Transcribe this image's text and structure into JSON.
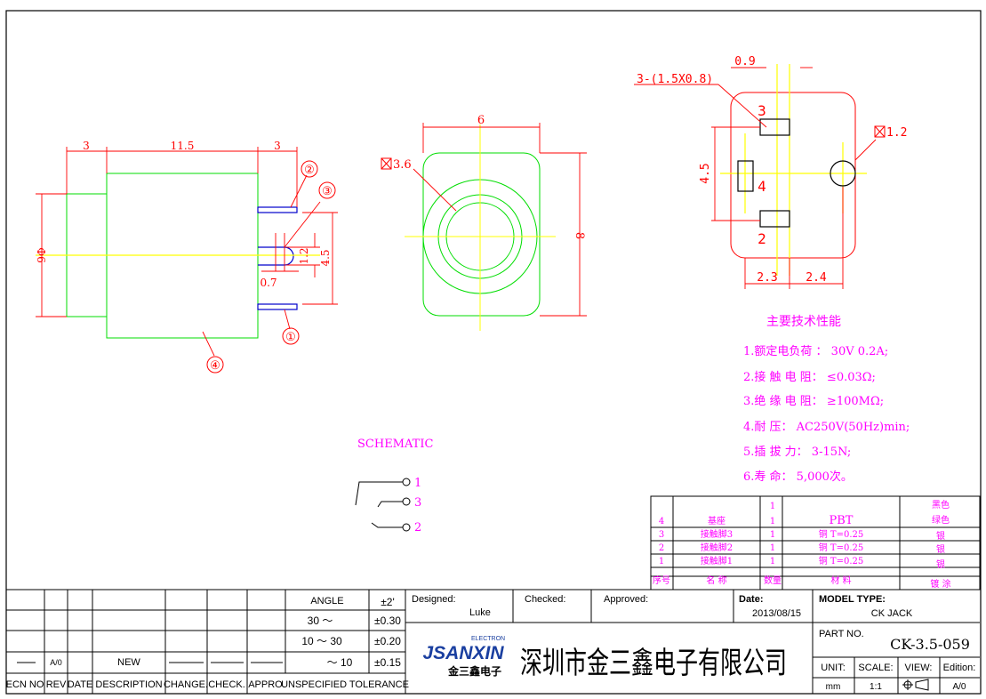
{
  "colors": {
    "dim_red": "#ff0000",
    "outline_green": "#00dd00",
    "center_yellow": "#ffff00",
    "text_magenta": "#ff00ff",
    "pins": "#0000cc"
  },
  "side_view": {
    "dim_left": "3",
    "dim_mid": "11.5",
    "dim_right": "3",
    "dim_dia": "Φ6",
    "dim_07": "0.7",
    "dim_12": "1.2",
    "dim_45": "4.5",
    "callouts": [
      "②",
      "③",
      "①",
      "④"
    ]
  },
  "front_view": {
    "dim_width": "6",
    "dim_height": "8",
    "dim_hole": "3.6"
  },
  "pin_view": {
    "dim_top": "0.9",
    "pins_note": "3-(1.5X0.8)",
    "dim_hole": "1.2",
    "dim_45": "4.5",
    "dim_23": "2.3",
    "dim_24": "2.4",
    "pin_labels": [
      "3",
      "4",
      "2"
    ]
  },
  "specs": {
    "title": "主要技术性能",
    "items": [
      "1.额定电负荷 ： 30V 0.2A;",
      "2.接 触 电 阻： ≤0.03Ω;",
      "3.绝 缘 电 阻： ≥100MΩ;",
      "4.耐      压： AC250V(50Hz)min;",
      "5.插  拔  力： 3-15N;",
      "6.寿      命： 5,000次。"
    ]
  },
  "schematic": {
    "title": "SCHEMATIC",
    "pins": [
      "1",
      "3",
      "2"
    ]
  },
  "bom": {
    "rows": [
      {
        "no": "",
        "name": "",
        "qty": "1",
        "material": "",
        "plating": "黑色"
      },
      {
        "no": "4",
        "name": "基座",
        "qty": "1",
        "material": "PBT",
        "plating": "绿色"
      },
      {
        "no": "3",
        "name": "接触脚3",
        "qty": "1",
        "material": "铜  T=0.25",
        "plating": "银"
      },
      {
        "no": "2",
        "name": "接触脚2",
        "qty": "1",
        "material": "铜  T=0.25",
        "plating": "银"
      },
      {
        "no": "1",
        "name": "接触脚1",
        "qty": "1",
        "material": "铜  T=0.25",
        "plating": "银"
      }
    ],
    "header": {
      "no": "序号",
      "name": "名  称",
      "qty": "数量",
      "material": "材  料",
      "plating": "镀  涂"
    }
  },
  "revision": {
    "row_no": "—",
    "row_rev": "A/0",
    "row_desc": "NEW",
    "headers": [
      "ECN NO",
      "REV",
      "DATE",
      "DESCRIPTION",
      "CHANGE.",
      "CHECK.",
      "APPRO."
    ],
    "tolerance_title": "UNSPECIFIED TOLERANCE",
    "angle_label": "ANGLE",
    "angle_tol": "±2'",
    "tol_rows": [
      {
        "range": "30 ～",
        "tol": "±0.30"
      },
      {
        "range": "10 ～ 30",
        "tol": "±0.20"
      },
      {
        "range": "～ 10",
        "tol": "±0.15"
      }
    ]
  },
  "title_block": {
    "designed_label": "Designed:",
    "designed": "Luke",
    "checked_label": "Checked:",
    "approved_label": "Approved:",
    "date_label": "Date:",
    "date": "2013/08/15",
    "model_label": "MODEL TYPE:",
    "model": "CK JACK",
    "part_label": "PART NO.",
    "part": "CK-3.5-059",
    "unit_label": "UNIT:",
    "unit": "mm",
    "scale_label": "SCALE:",
    "scale": "1:1",
    "view_label": "VIEW:",
    "edition_label": "Edition:",
    "edition": "A/0",
    "logo_small": "ELECTRON",
    "logo_main": "JSANXIN",
    "logo_cn": "金三鑫电子",
    "company": "深圳市金三鑫电子有限公司"
  }
}
